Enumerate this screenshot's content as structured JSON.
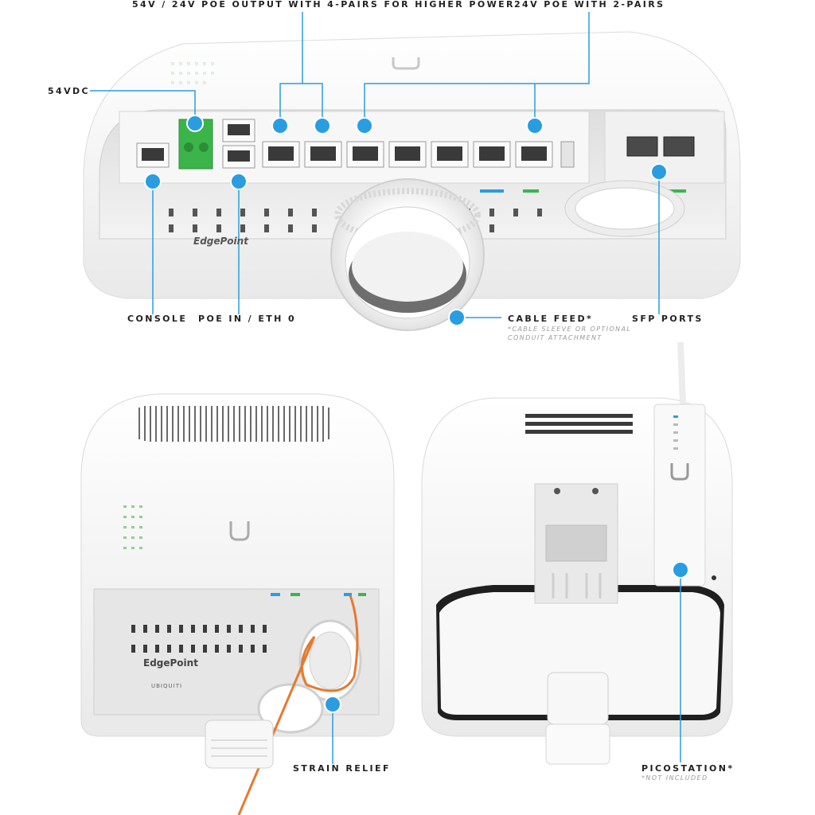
{
  "colors": {
    "callout": "#2a9de0",
    "line": "#2a9de0",
    "text": "#222222",
    "note": "#9a9a9a",
    "terminal": "#3bb54a",
    "housing": "#f4f4f4",
    "cable": "#e8792e"
  },
  "callouts": {
    "poe_4pair": "54V / 24V POE OUTPUT WITH 4-PAIRS FOR HIGHER POWER",
    "poe_2pair": "24V POE WITH 2-PAIRS",
    "vdc": "54VDC",
    "console": "CONSOLE",
    "poe_in": "POE IN / ETH 0",
    "cable_feed": "CABLE FEED*",
    "cable_feed_note_1": "*CABLE SLEEVE OR OPTIONAL",
    "cable_feed_note_2": "CONDUIT ATTACHMENT",
    "sfp": "SFP PORTS",
    "strain_relief": "STRAIN RELIEF",
    "picostation": "PICOSTATION*",
    "picostation_note": "*NOT INCLUDED"
  },
  "product": {
    "name_top": "EdgePoint",
    "name_bottom": "EdgePoint",
    "vendor": "UBIQUITI",
    "logo_glyph": "U"
  },
  "icons": {
    "callout_marker": "blue-dot-icon",
    "ethernet_port": "rj45-port-icon",
    "sfp_port": "sfp-cage-icon",
    "logo": "ubiquiti-logo-icon"
  }
}
